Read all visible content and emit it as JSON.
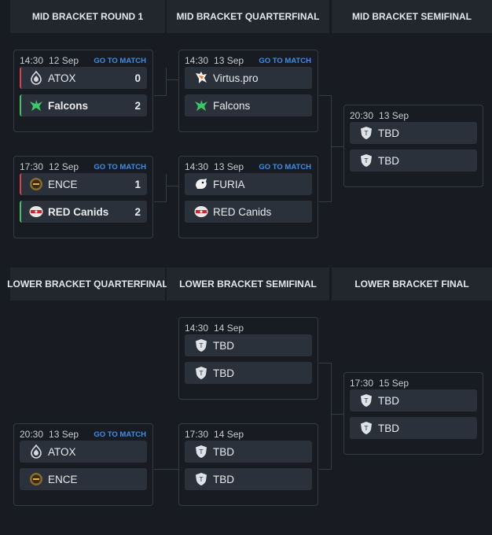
{
  "go_to_match": "GO TO MATCH",
  "mid": {
    "headers": [
      "MID BRACKET ROUND 1",
      "MID BRACKET QUARTERFINAL",
      "MID BRACKET SEMIFINAL"
    ],
    "r1m1": {
      "time": "14:30",
      "date": "12 Sep",
      "t1": {
        "name": "ATOX",
        "score": "0"
      },
      "t2": {
        "name": "Falcons",
        "score": "2"
      }
    },
    "r1m2": {
      "time": "17:30",
      "date": "12 Sep",
      "t1": {
        "name": "ENCE",
        "score": "1"
      },
      "t2": {
        "name": "RED Canids",
        "score": "2"
      }
    },
    "qf1": {
      "time": "14:30",
      "date": "13 Sep",
      "t1": {
        "name": "Virtus.pro"
      },
      "t2": {
        "name": "Falcons"
      }
    },
    "qf2": {
      "time": "14:30",
      "date": "13 Sep",
      "t1": {
        "name": "FURIA"
      },
      "t2": {
        "name": "RED Canids"
      }
    },
    "sf": {
      "time": "20:30",
      "date": "13 Sep",
      "t1": {
        "name": "TBD"
      },
      "t2": {
        "name": "TBD"
      }
    }
  },
  "lower": {
    "headers": [
      "LOWER BRACKET QUARTERFINAL",
      "LOWER BRACKET SEMIFINAL",
      "LOWER BRACKET FINAL"
    ],
    "qf": {
      "time": "20:30",
      "date": "13 Sep",
      "t1": {
        "name": "ATOX"
      },
      "t2": {
        "name": "ENCE"
      }
    },
    "sf1": {
      "time": "14:30",
      "date": "14 Sep",
      "t1": {
        "name": "TBD"
      },
      "t2": {
        "name": "TBD"
      }
    },
    "sf2": {
      "time": "17:30",
      "date": "14 Sep",
      "t1": {
        "name": "TBD"
      },
      "t2": {
        "name": "TBD"
      }
    },
    "final": {
      "time": "17:30",
      "date": "15 Sep",
      "t1": {
        "name": "TBD"
      },
      "t2": {
        "name": "TBD"
      }
    }
  },
  "colors": {
    "background": "#181c22",
    "card_row": "#2b313a",
    "link": "#3d8ee8",
    "loss": "#d8434b",
    "win": "#3fc567"
  },
  "icons": [
    "atox-logo-icon",
    "falcons-logo-icon",
    "ence-logo-icon",
    "red-canids-logo-icon",
    "virtus-pro-logo-icon",
    "furia-logo-icon",
    "tbd-shield-icon"
  ]
}
